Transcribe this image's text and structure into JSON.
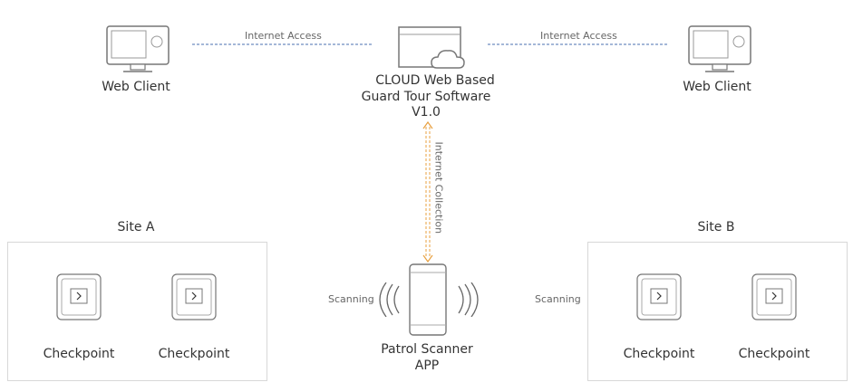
{
  "diagram": {
    "server": {
      "label_line1": "CLOUD Web Based",
      "label_line2": "Guard Tour Software",
      "label_line3": "V1.0"
    },
    "left_client": {
      "label": "Web Client"
    },
    "right_client": {
      "label": "Web Client"
    },
    "left_link": {
      "label": "Internet Access"
    },
    "right_link": {
      "label": "Internet Access"
    },
    "vertical_link": {
      "label": "Internet Collection"
    },
    "site_a": {
      "title": "Site A",
      "checkpoints": [
        "Checkpoint",
        "Checkpoint"
      ]
    },
    "site_b": {
      "title": "Site B",
      "checkpoints": [
        "Checkpoint",
        "Checkpoint"
      ]
    },
    "scanner": {
      "label_line1": "Patrol Scanner",
      "label_line2": "APP",
      "scan_left": "Scanning",
      "scan_right": "Scanning"
    },
    "colors": {
      "dashed_blue": "#4a6fb0",
      "dashed_orange": "#e8a040",
      "icon_stroke": "#777777"
    }
  }
}
